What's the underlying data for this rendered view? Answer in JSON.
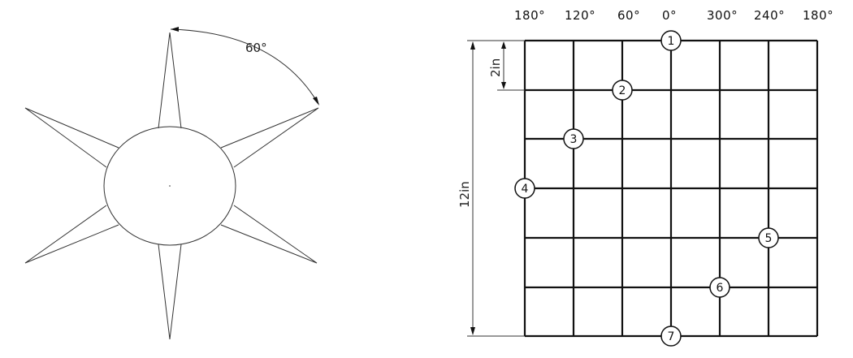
{
  "star_figure": {
    "angle_label": "60°",
    "spike_count": 6
  },
  "grid_figure": {
    "column_labels": [
      "180°",
      "120°",
      "60°",
      "0°",
      "300°",
      "240°",
      "180°"
    ],
    "row_spacing_label": "2in",
    "total_height_label": "12in",
    "markers": [
      {
        "label": "1",
        "column_label": "0°",
        "row": 0
      },
      {
        "label": "2",
        "column_label": "60°",
        "row": 1
      },
      {
        "label": "3",
        "column_label": "120°",
        "row": 2
      },
      {
        "label": "4",
        "column_label": "180°",
        "row": 3
      },
      {
        "label": "5",
        "column_label": "240°",
        "row": 4
      },
      {
        "label": "6",
        "column_label": "300°",
        "row": 5
      },
      {
        "label": "7",
        "column_label": "0°",
        "row": 6
      }
    ]
  }
}
